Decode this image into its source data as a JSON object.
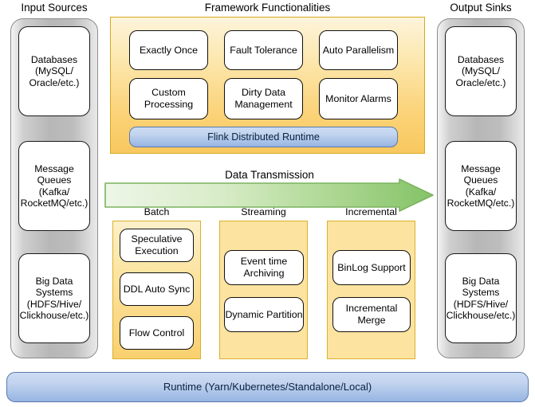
{
  "columns": {
    "input": {
      "title": "Input Sources",
      "boxes": [
        "Databases\n(MySQL/\nOracle/etc.)",
        "Message\nQueues\n(Kafka/\nRocketMQ/etc.)",
        "Big Data\nSystems\n(HDFS/Hive/\nClickhouse/etc.)"
      ]
    },
    "output": {
      "title": "Output Sinks",
      "boxes": [
        "Databases\n(MySQL/\nOracle/etc.)",
        "Message\nQueues\n(Kafka/\nRocketMQ/etc.)",
        "Big Data\nSystems\n(HDFS/Hive/\nClickhouse/etc.)"
      ]
    }
  },
  "framework": {
    "title": "Framework Functionalities",
    "features": [
      "Exactly Once",
      "Fault Tolerance",
      "Auto Parallelism",
      "Custom\nProcessing",
      "Dirty Data\nManagement",
      "Monitor Alarms"
    ],
    "runtime_bar": "Flink Distributed Runtime"
  },
  "transmission": {
    "label": "Data Transmission",
    "arrow_name": "right-arrow"
  },
  "modes": [
    {
      "title": "Batch",
      "items": [
        "Speculative\nExecution",
        "DDL Auto Sync",
        "Flow Control"
      ]
    },
    {
      "title": "Streaming",
      "items": [
        "Event time\nArchiving",
        "Dynamic Partition"
      ]
    },
    {
      "title": "Incremental",
      "items": [
        "BinLog Support",
        "Incremental\nMerge"
      ]
    }
  ],
  "footer": {
    "runtime": "Runtime (Yarn/Kubernetes/Standalone/Local)"
  },
  "colors": {
    "orange_panel_top": "#fdf4db",
    "orange_panel_bottom": "#f8c85f",
    "orange_border": "#d6a91f",
    "blue_bar_top": "#ccdcf3",
    "blue_bar_bottom": "#97b4e2",
    "blue_border": "#5878ad",
    "grey_column": "#b7b7b7",
    "grey_border": "#8c8c8c",
    "arrow_light": "#e3f0da",
    "arrow_dark": "#86c46a",
    "arrow_border": "#7ab35f",
    "white_box": "#ffffff",
    "box_border": "#111111"
  }
}
